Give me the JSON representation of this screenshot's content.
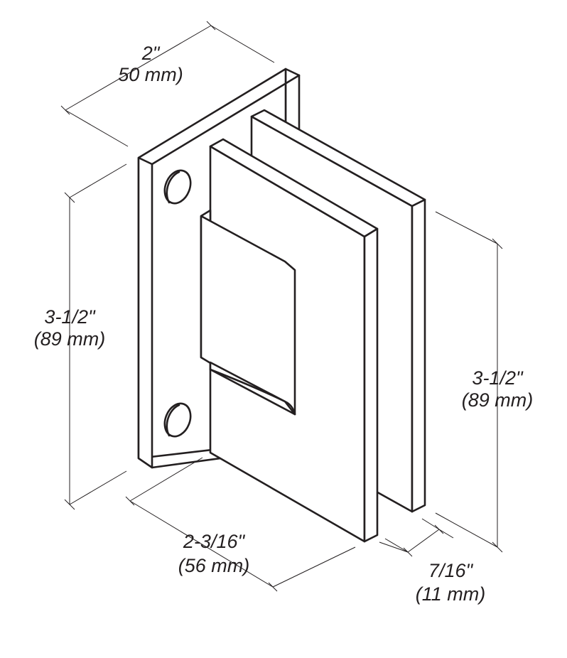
{
  "figure": {
    "type": "dimensioned line drawing",
    "line_color": "#231f20",
    "background": "#ffffff"
  },
  "dimensions": {
    "top_width": {
      "imperial": "2\"",
      "metric": "50 mm)"
    },
    "left_height": {
      "imperial": "3-1/2\"",
      "metric": "(89 mm)"
    },
    "right_height": {
      "imperial": "3-1/2\"",
      "metric": "(89 mm)"
    },
    "bottom_depth": {
      "imperial": "2-3/16\"",
      "metric": "(56 mm)"
    },
    "glass_thickness": {
      "imperial": "7/16\"",
      "metric": "(11 mm)"
    }
  }
}
